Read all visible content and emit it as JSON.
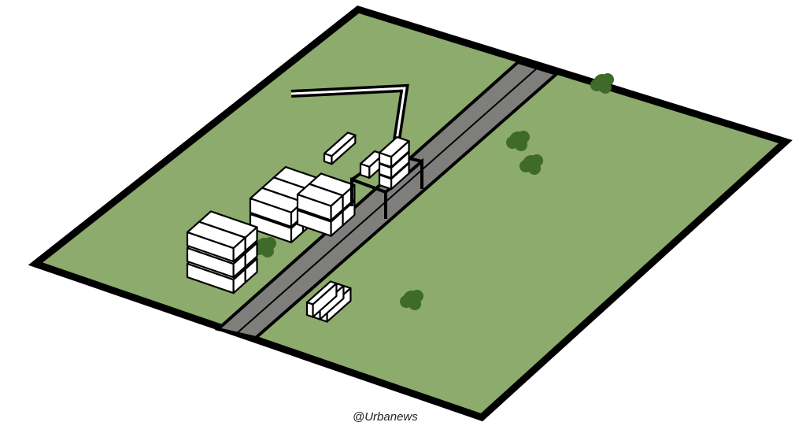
{
  "credit": "@Urbanews",
  "colors": {
    "ground": "#8cab6c",
    "road": "#7e7e7c",
    "tree": "#3e6a2a",
    "outline": "#000000",
    "container": "#ffffff"
  },
  "objects": {
    "trees": 5,
    "container_stacks": 4,
    "crane": 1
  }
}
